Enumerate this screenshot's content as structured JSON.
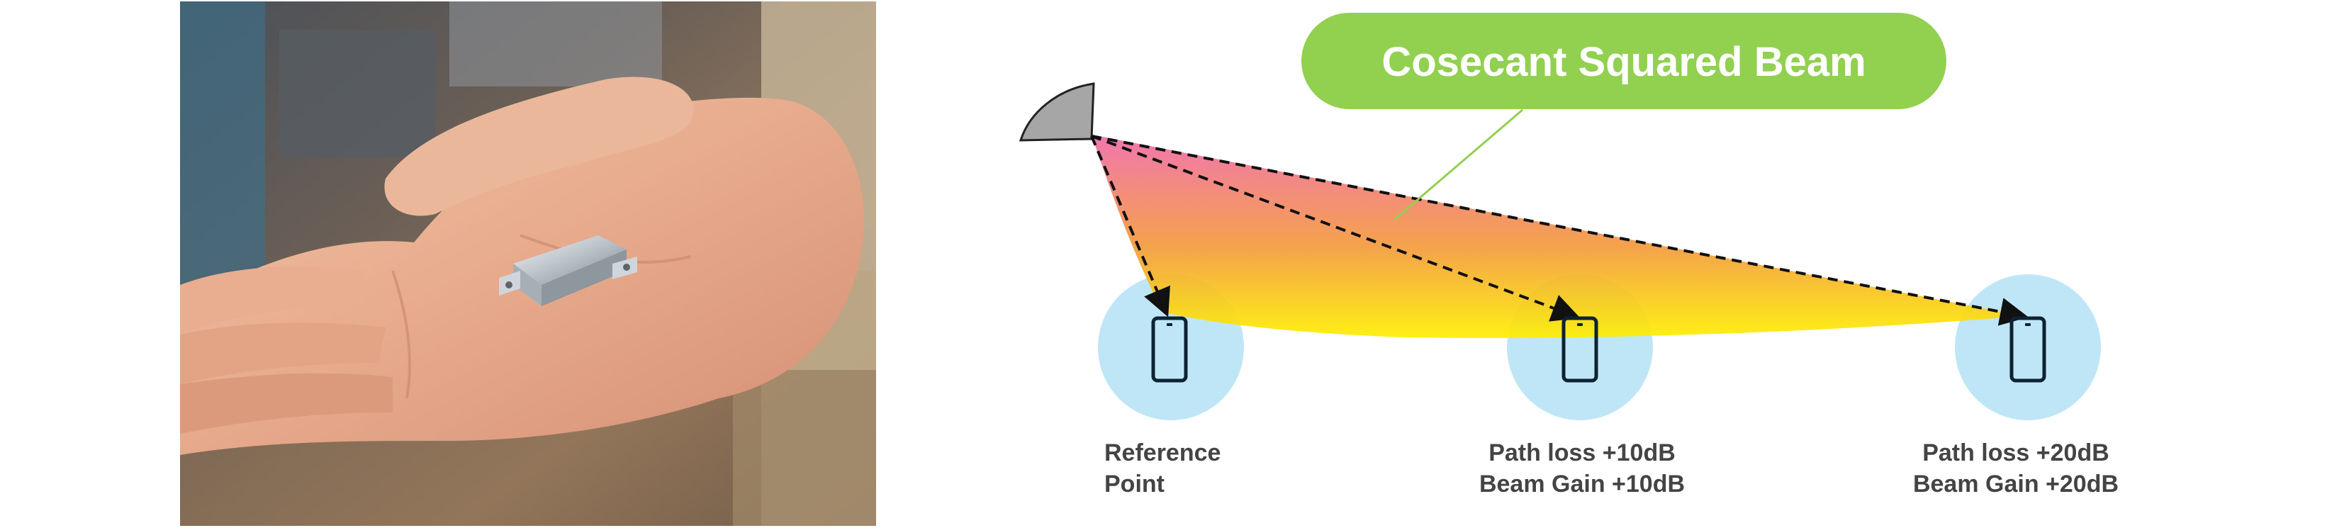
{
  "beam_label": "Cosecant Squared Beam",
  "points": [
    {
      "label_line1": "Reference",
      "label_line2": "Point"
    },
    {
      "label_line1": "Path loss +10dB",
      "label_line2": "Beam Gain +10dB"
    },
    {
      "label_line1": "Path loss +20dB",
      "label_line2": "Beam Gain +20dB"
    }
  ],
  "colors": {
    "bubble": "#92d050",
    "beam_top": "#f06aa8",
    "beam_mid": "#f39a3c",
    "beam_bottom": "#ffee00",
    "coverage_circle": "#bfe6f6",
    "phone": "#0d2233",
    "antenna": "#a6a6a6"
  },
  "icons": [
    "antenna-reflector-icon",
    "smartphone-icon"
  ]
}
